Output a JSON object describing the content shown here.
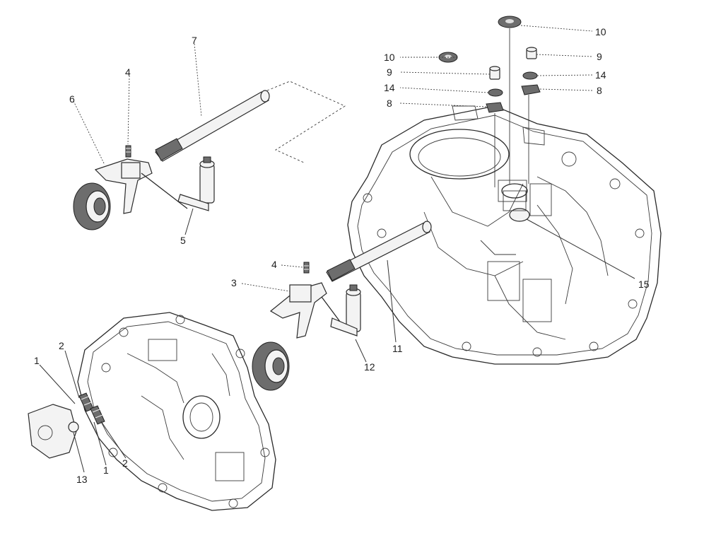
{
  "diagram": {
    "callouts": {
      "c10_top": "10",
      "c10_mid": "10",
      "c9_right": "9",
      "c9_left": "9",
      "c14_right": "14",
      "c14_left": "14",
      "c8_right": "8",
      "c8_left": "8",
      "c7": "7",
      "c4_top": "4",
      "c6": "6",
      "c5": "5",
      "c15": "15",
      "c4_mid": "4",
      "c3": "3",
      "c11": "11",
      "c12": "12",
      "c2_top": "2",
      "c1_top": "1",
      "c13": "13",
      "c1_bottom": "1",
      "c2_bottom": "2"
    }
  }
}
